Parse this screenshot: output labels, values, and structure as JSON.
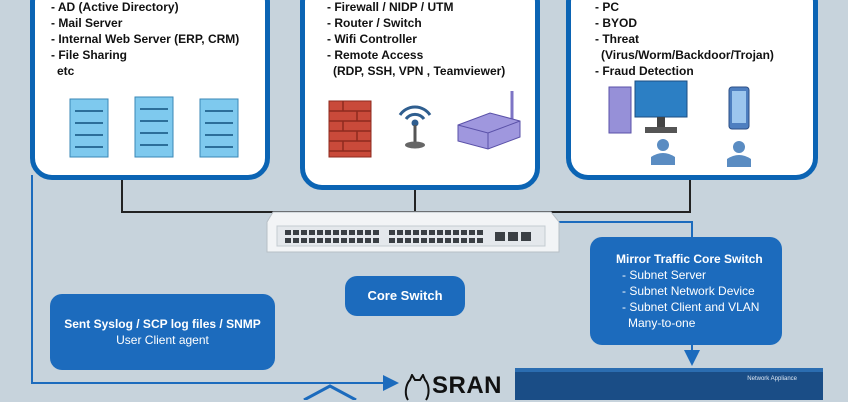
{
  "panels": {
    "servers": {
      "lines": [
        "- AD (Active Directory)",
        "- Mail Server",
        "- Internal Web Server (ERP, CRM)",
        "- File Sharing",
        "  etc"
      ]
    },
    "network": {
      "lines": [
        "- Firewall / NIDP / UTM",
        "- Router / Switch",
        "- Wifi Controller",
        "- Remote Access",
        "  (RDP, SSH, VPN , Teamviewer)"
      ]
    },
    "clients": {
      "lines": [
        "- PC",
        "- BYOD",
        "- Threat",
        "  (Virus/Worm/Backdoor/Trojan)",
        "- Fraud Detection"
      ]
    }
  },
  "core_switch": {
    "label": "Core Switch"
  },
  "mirror": {
    "title": "Mirror Traffic Core Switch",
    "lines": [
      "- Subnet Server",
      "- Subnet Network Device",
      "- Subnet Client and VLAN",
      "  Many-to-one"
    ]
  },
  "syslog": {
    "title": "Sent Syslog / SCP log files / SNMP",
    "subtitle": "User Client agent"
  },
  "logo": {
    "text": "SRAN"
  },
  "appliance": {
    "label": "Network Appliance"
  },
  "colors": {
    "accent": "#1c6bbd",
    "border": "#0b64b4",
    "background": "#c7d3dc"
  }
}
